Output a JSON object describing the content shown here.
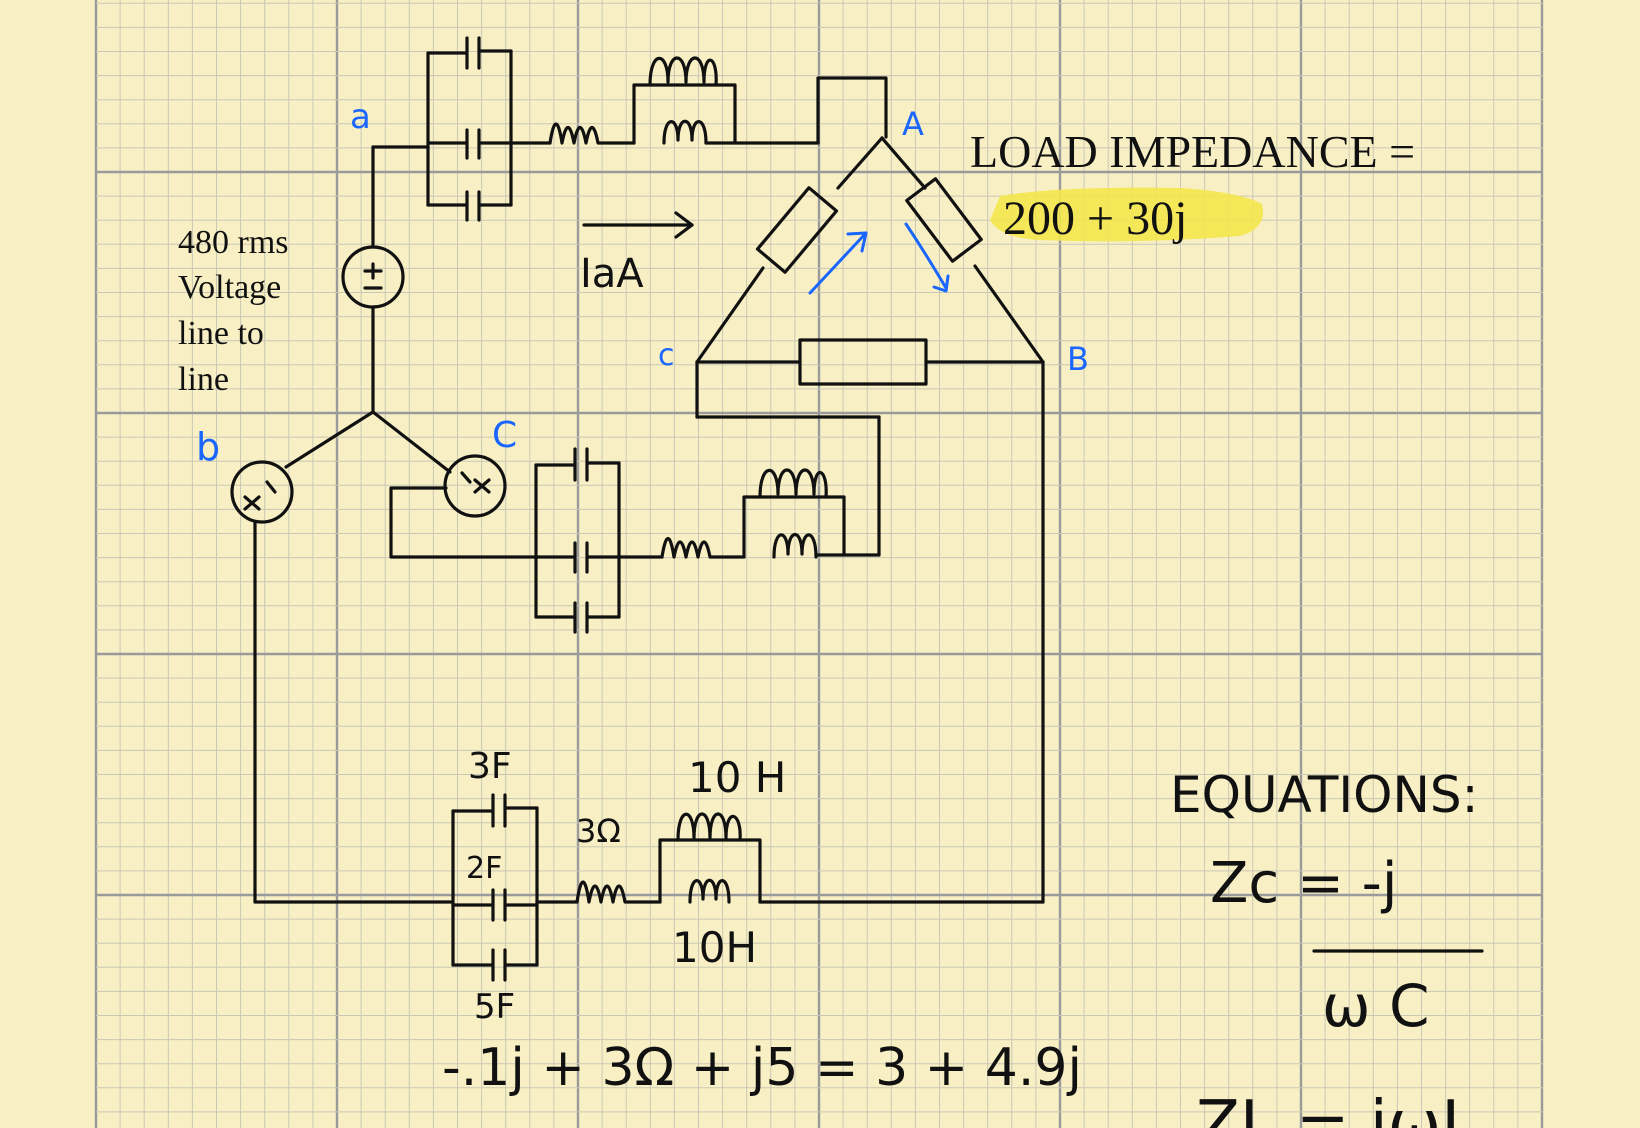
{
  "colors": {
    "paper": "#f8f0c4",
    "grid_major": "#9a9a9a",
    "grid_minor": "#c9c7b6",
    "ink": "#111111",
    "annotation_blue": "#1a66ff",
    "highlight": "#f3e64c"
  },
  "labels": {
    "node_a": "a",
    "node_b": "b",
    "node_c": "C",
    "load_A": "A",
    "load_B": "B",
    "load_C": "c",
    "current": "IaA"
  },
  "source_note": [
    "480 rms",
    "Voltage",
    "line to",
    "line"
  ],
  "load": {
    "title": "LOAD IMPEDANCE =",
    "value": "200 + 30j"
  },
  "components": {
    "cap_top": "3F",
    "cap_mid": "2F",
    "cap_bottom": "5F",
    "resistor": "3Ω",
    "inductor_top": "10 H",
    "inductor_bottom": "10H"
  },
  "line_impedance_result": "-.1j + 3Ω + j5 = 3 + 4.9j",
  "equations": {
    "heading": "EQUATIONS:",
    "zc_numerator": "Zc = -j",
    "zc_denominator": "ω C",
    "zl_partial": "ZL = jωL"
  }
}
